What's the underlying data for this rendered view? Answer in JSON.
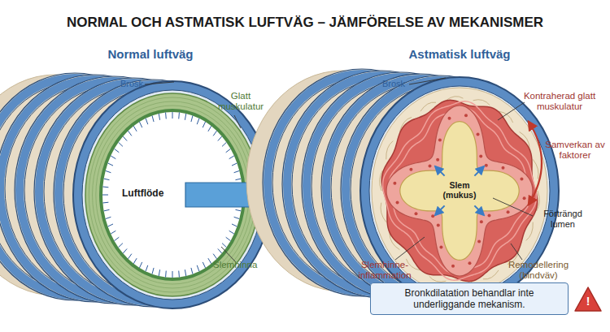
{
  "diagram": {
    "title": "NORMAL OCH ASTMATISK LUFTVÄG – JÄMFÖRELSE AV MEKANISMER",
    "nodes": [
      {
        "text": [
          "Bronkdilatation behandlar inte underliggande mekanism."
        ]
      }
    ],
    "edges": [],
    "labels": [
      "Normal luftväg",
      "Brosk",
      "Glatt muskulatur",
      "Luftflöde",
      "Slemhinna",
      "Astmatisk luftväg",
      "Brosk",
      "Kontraherad glatt muskulatur",
      "Samverkan av faktorer",
      "Slem (mukus)",
      "Förträngd lumen",
      "Slemhinne- inflammation",
      "Remodellering (bindväv)",
      "!"
    ]
  }
}
